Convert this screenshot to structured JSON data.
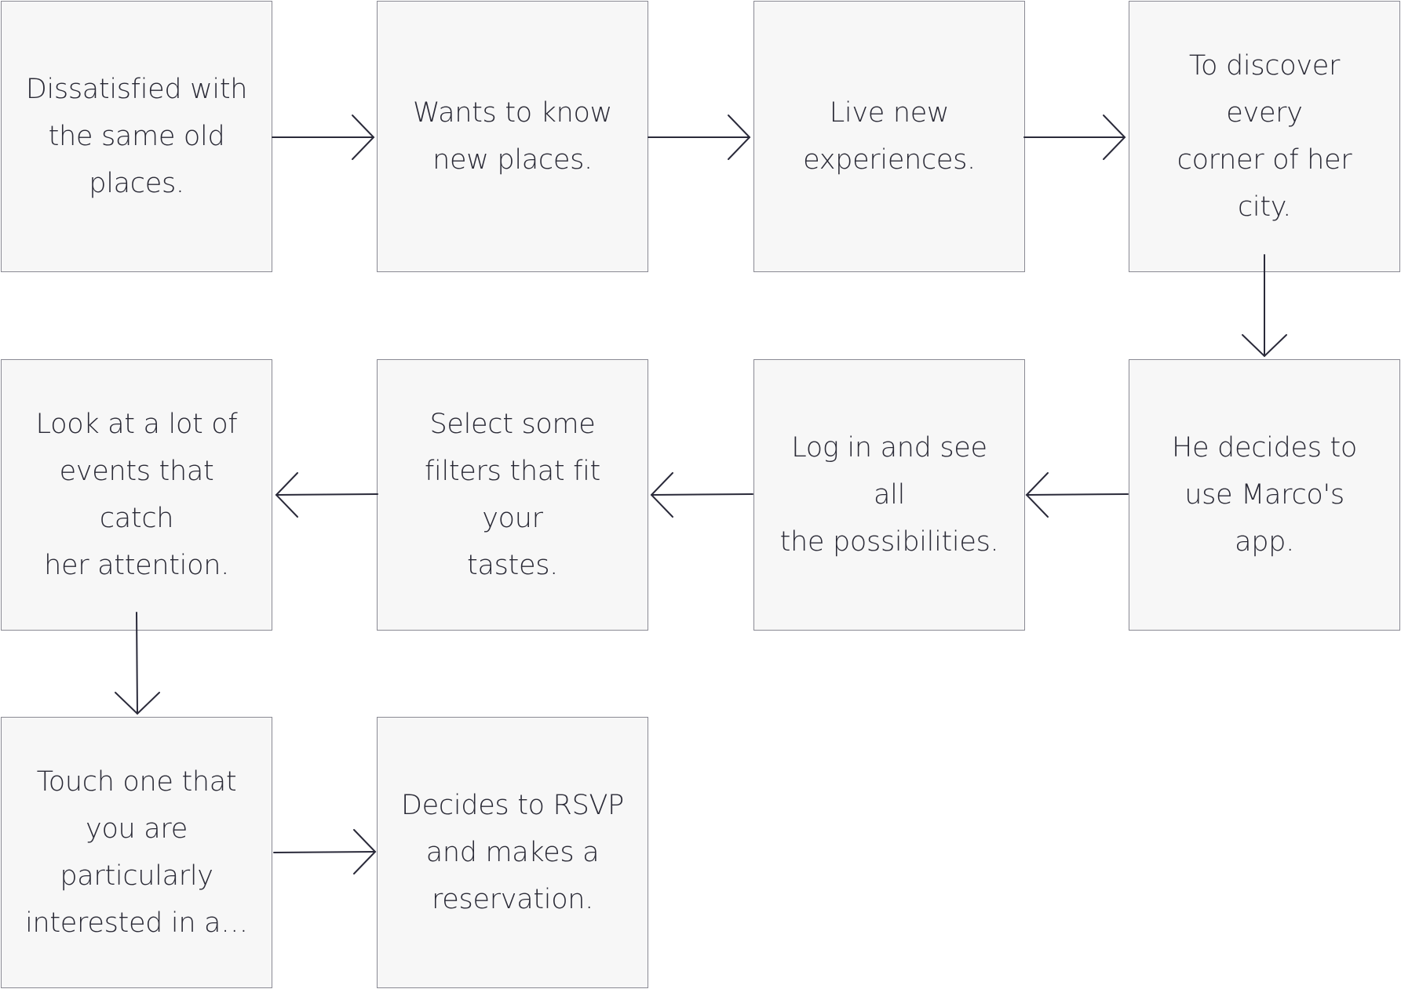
{
  "diagram": {
    "colors": {
      "box_fill": "#f7f7f7",
      "box_border": "#8a8a94",
      "text": "#2a2a36",
      "arrow": "#2a2a3a",
      "background": "#ffffff"
    },
    "steps": [
      {
        "id": "step-1",
        "text": "Dissatisfied with\nthe same old\nplaces."
      },
      {
        "id": "step-2",
        "text": "Wants to know\nnew places."
      },
      {
        "id": "step-3",
        "text": "Live new\nexperiences."
      },
      {
        "id": "step-4",
        "text": "To discover every\ncorner of her\ncity."
      },
      {
        "id": "step-5",
        "text": "He decides to\nuse Marco's app."
      },
      {
        "id": "step-6",
        "text": "Log in and see all\nthe possibilities."
      },
      {
        "id": "step-7",
        "text": "Select some\nfilters that fit your\ntastes."
      },
      {
        "id": "step-8",
        "text": "Look at a lot of\nevents that catch\nher attention."
      },
      {
        "id": "step-9",
        "text": "Touch one that\nyou are\nparticularly\ninterested in a…"
      },
      {
        "id": "step-10",
        "text": "Decides to RSVP\nand makes a\nreservation."
      }
    ],
    "connections": [
      {
        "from": "step-1",
        "to": "step-2"
      },
      {
        "from": "step-2",
        "to": "step-3"
      },
      {
        "from": "step-3",
        "to": "step-4"
      },
      {
        "from": "step-4",
        "to": "step-5"
      },
      {
        "from": "step-5",
        "to": "step-6"
      },
      {
        "from": "step-6",
        "to": "step-7"
      },
      {
        "from": "step-7",
        "to": "step-8"
      },
      {
        "from": "step-8",
        "to": "step-9"
      },
      {
        "from": "step-9",
        "to": "step-10"
      }
    ]
  }
}
